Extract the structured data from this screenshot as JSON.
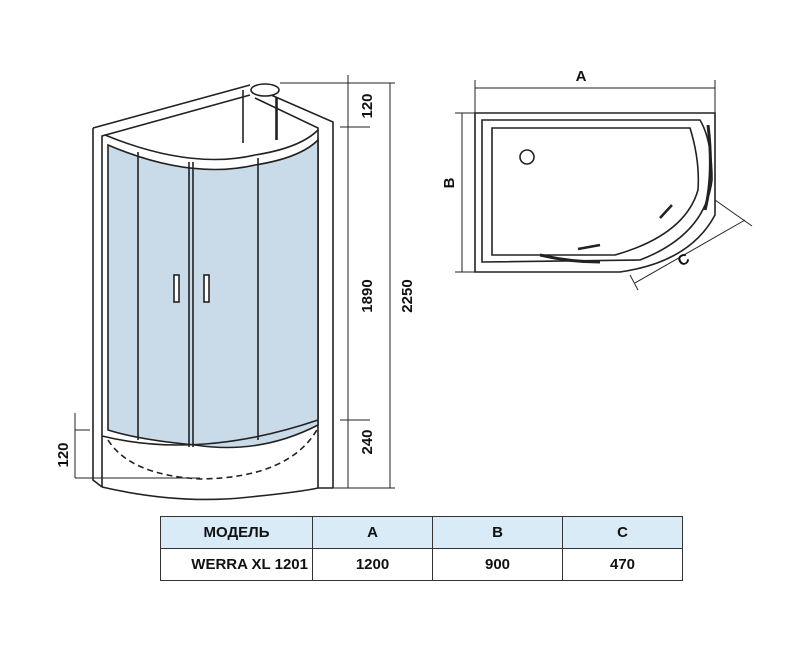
{
  "front_view": {
    "dimensions": {
      "top": "120",
      "glass": "1890",
      "base": "240",
      "total": "2250",
      "tray": "120"
    }
  },
  "top_view": {
    "labels": {
      "a": "A",
      "b": "B",
      "c": "C"
    }
  },
  "spec_table": {
    "headers": [
      "МОДЕЛЬ",
      "A",
      "B",
      "C"
    ],
    "rows": [
      [
        "WERRA XL 1201",
        "1200",
        "900",
        "470"
      ]
    ]
  },
  "colors": {
    "glass": "#c9dbe8",
    "header_bg": "#d8ebf6",
    "line": "#222222"
  }
}
